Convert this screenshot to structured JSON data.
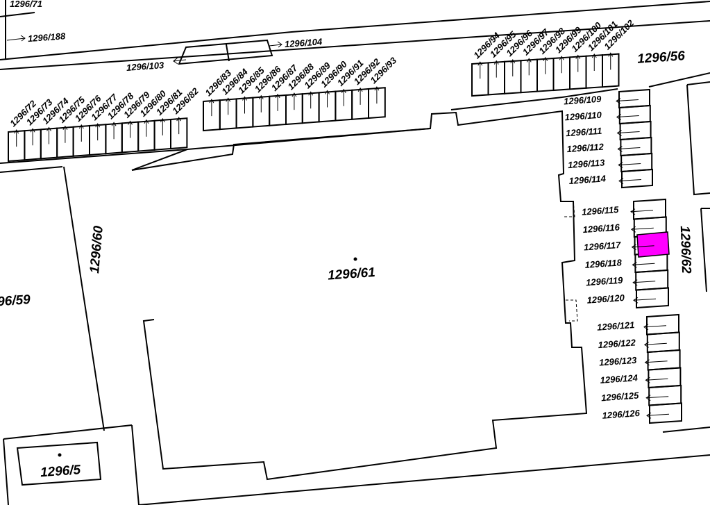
{
  "map": {
    "highlight_color": "#ff00ff",
    "line_color": "#000000",
    "background_color": "#ffffff",
    "main_parcel": "1296/61",
    "large_labels": {
      "p56": "1296/56",
      "p59": "96/59",
      "p60": "1296/60",
      "p62": "1296/62",
      "p5": "1296/5",
      "p71": "1296/71",
      "p188": "1296/188",
      "p103": "1296/103",
      "p104": "1296/104"
    },
    "garages_row_a": [
      "1296/72",
      "1296/73",
      "1296/74",
      "1296/75",
      "1296/76",
      "1296/77",
      "1296/78",
      "1296/79",
      "1296/80",
      "1296/81",
      "1296/82"
    ],
    "garages_row_b": [
      "1296/83",
      "1296/84",
      "1296/85",
      "1296/86",
      "1296/87",
      "1296/88",
      "1296/89",
      "1296/90",
      "1296/91",
      "1296/92",
      "1296/93"
    ],
    "garages_row_c": [
      "1296/94",
      "1296/95",
      "1296/96",
      "1296/97",
      "1296/98",
      "1296/99",
      "1296/100",
      "1296/101",
      "1296/102"
    ],
    "garages_col_a": [
      "1296/109",
      "1296/110",
      "1296/111",
      "1296/112",
      "1296/113",
      "1296/114"
    ],
    "garages_col_b": [
      "1296/115",
      "1296/116",
      "1296/117",
      "1296/118",
      "1296/119",
      "1296/120"
    ],
    "garages_col_c": [
      "1296/121",
      "1296/122",
      "1296/123",
      "1296/124",
      "1296/125",
      "1296/126"
    ],
    "highlighted_parcel": "1296/117"
  }
}
